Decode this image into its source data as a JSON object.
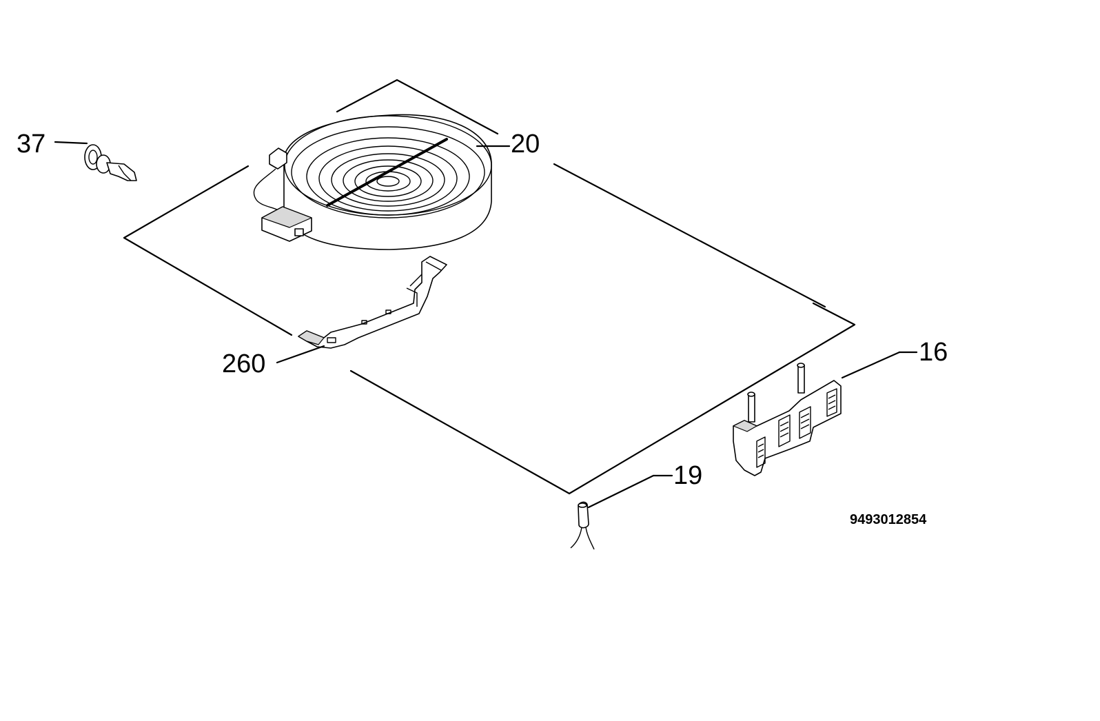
{
  "callouts": {
    "p37": "37",
    "p20": "20",
    "p260": "260",
    "p16": "16",
    "p19": "19"
  },
  "drawing_number": "9493012854",
  "colors": {
    "line": "#000000",
    "background": "#ffffff",
    "shading": "#d9d9d9"
  }
}
